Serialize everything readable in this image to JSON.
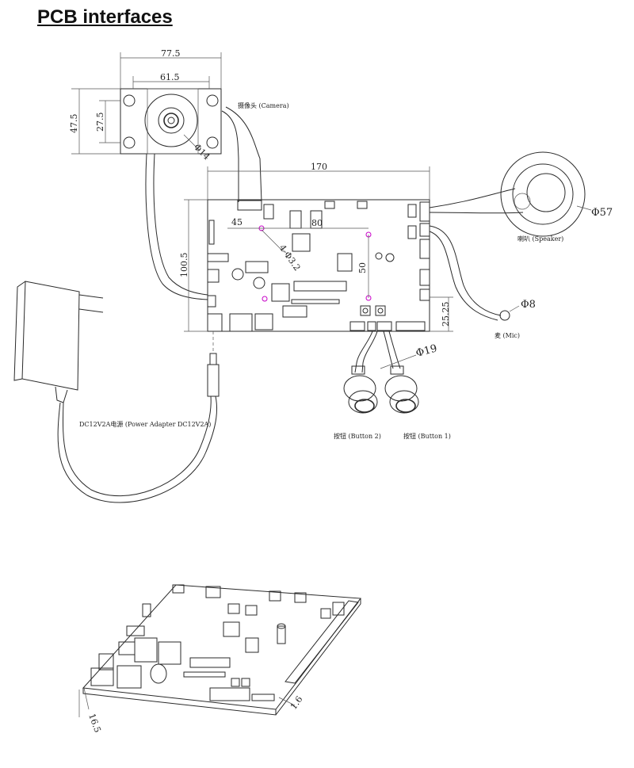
{
  "title": "PCB interfaces",
  "dimensions": {
    "camera_width_outer": "77.5",
    "camera_width_inner": "61.5",
    "camera_height_outer": "47.5",
    "camera_height_inner": "27.5",
    "camera_lens": "Φ14",
    "board_width": "170",
    "board_height": "100.5",
    "hole_spacing_x": "45",
    "hole_spacing_80": "80",
    "hole_spacing_y": "50",
    "mount_holes": "4-Φ3.2",
    "connector_offset": "25.25",
    "speaker_dia": "Φ57",
    "mic_dia": "Φ8",
    "button_dia": "Φ19",
    "board_thickness": "1.6",
    "board_side": "16.5"
  },
  "labels": {
    "camera": "摄像头 (Camera)",
    "speaker": "喇叭 (Speaker)",
    "mic": "麦 (Mic)",
    "power": "DC12V2A电源 (Power Adapter DC12V2A)",
    "button2": "按钮 (Button 2)",
    "button1": "按钮 (Button 1)"
  }
}
